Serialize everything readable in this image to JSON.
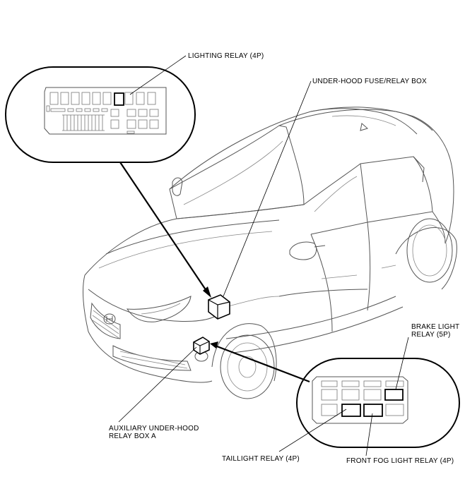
{
  "labels": {
    "lighting_relay": "LIGHTING RELAY (4P)",
    "under_hood_box": "UNDER-HOOD FUSE/RELAY BOX",
    "brake_light_relay_line1": "BRAKE LIGHT",
    "brake_light_relay_line2": "RELAY (5P)",
    "auxiliary_box_line1": "AUXILIARY UNDER-HOOD",
    "auxiliary_box_line2": "RELAY BOX A",
    "taillight_relay": "TAILLIGHT RELAY (4P)",
    "front_fog_light_relay": "FRONT FOG LIGHT RELAY (4P)"
  }
}
